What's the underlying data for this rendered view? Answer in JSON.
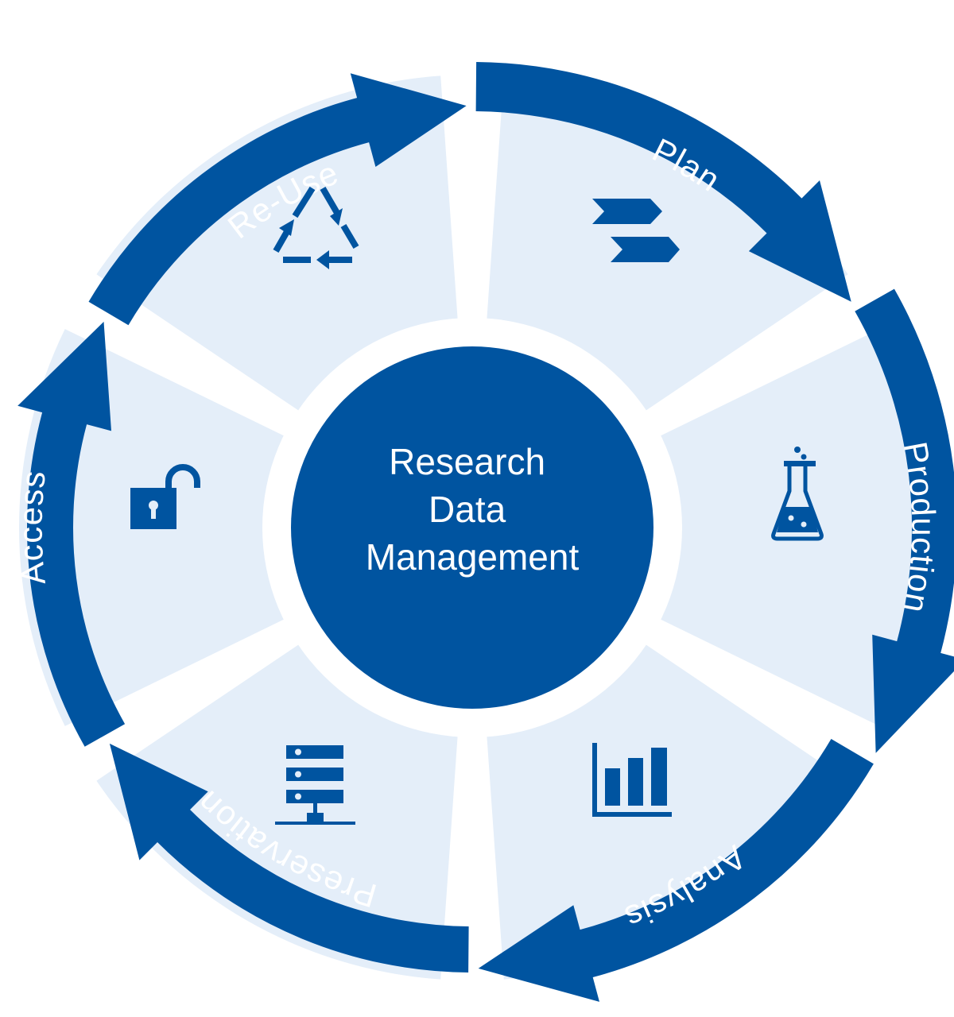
{
  "center": {
    "lines": [
      "Research",
      "Data",
      "Management"
    ]
  },
  "stages": [
    {
      "label": "Plan",
      "icon": "plan-arrows-icon"
    },
    {
      "label": "Production",
      "icon": "flask-icon"
    },
    {
      "label": "Analysis",
      "icon": "bar-chart-icon"
    },
    {
      "label": "Preservation",
      "icon": "server-icon"
    },
    {
      "label": "Access",
      "icon": "unlock-icon"
    },
    {
      "label": "Re-Use",
      "icon": "recycle-icon"
    }
  ],
  "colors": {
    "primary": "#0054a0",
    "segment_fill": "#e4eef9",
    "background": "#ffffff"
  }
}
